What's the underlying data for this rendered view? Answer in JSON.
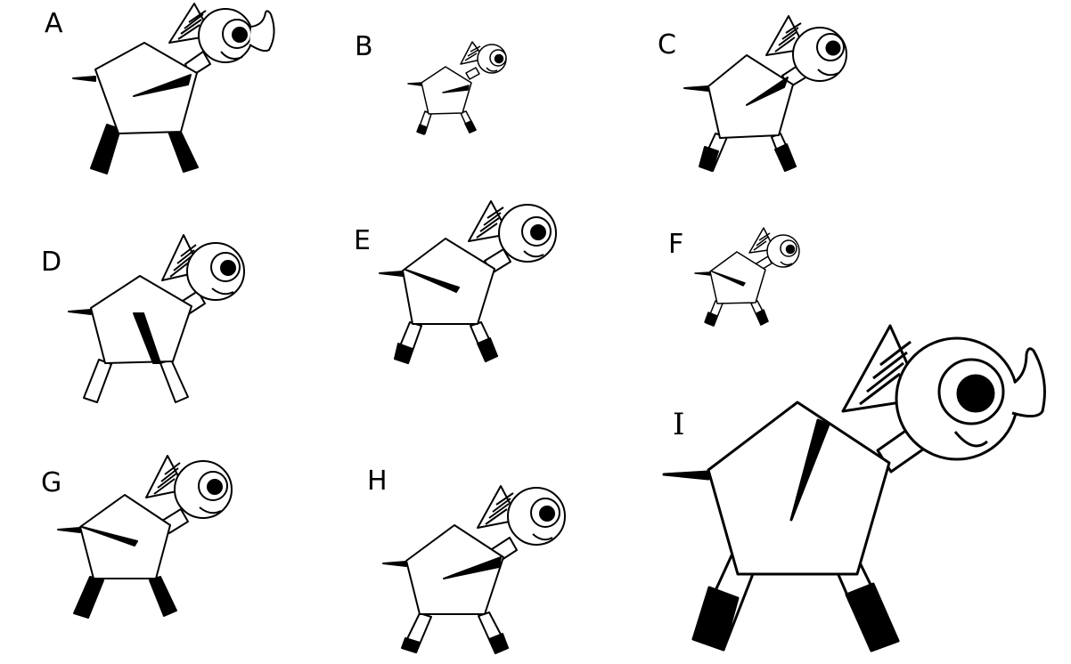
{
  "figures": [
    {
      "letter": "A",
      "variant": "horn-head, solid legs, spike toward neck"
    },
    {
      "letter": "B",
      "variant": "small, striped legs, spike toward neck"
    },
    {
      "letter": "C",
      "variant": "striped legs, spike toward neck"
    },
    {
      "letter": "D",
      "variant": "empty legs, spike toward bottom"
    },
    {
      "letter": "E",
      "variant": "striped legs, spike toward tail"
    },
    {
      "letter": "F",
      "variant": "small, striped legs, spike toward tail"
    },
    {
      "letter": "G",
      "variant": "solid legs, spike toward tail"
    },
    {
      "letter": "H",
      "variant": "striped legs, spike toward neck"
    },
    {
      "letter": "I",
      "variant": "large, horn-head, striped legs, spike toward top"
    }
  ],
  "colors": {
    "ink": "#000000",
    "paper": "#ffffff"
  }
}
